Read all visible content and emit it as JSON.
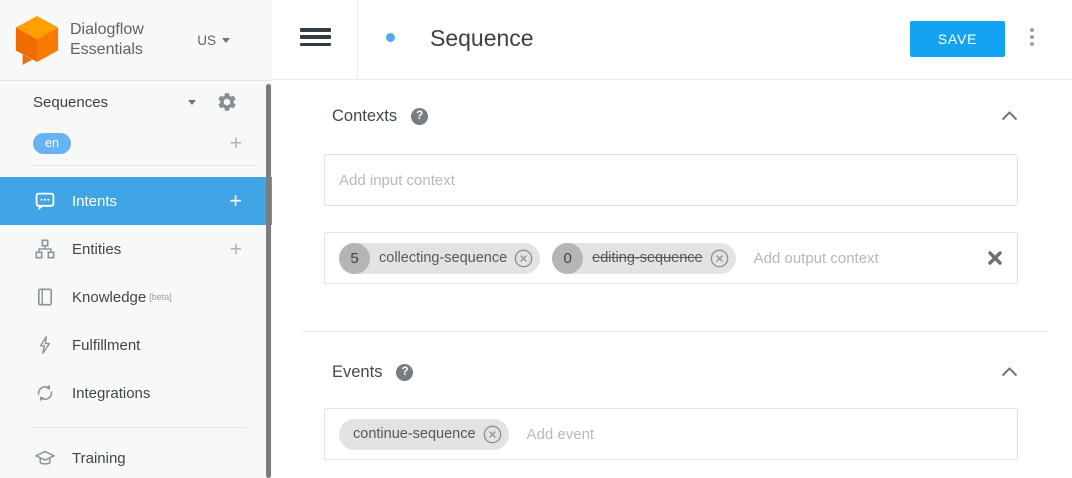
{
  "brand": {
    "line1": "Dialogflow",
    "line2": "Essentials",
    "region": "US"
  },
  "sidebar": {
    "agent_name": "Sequences",
    "language": "en",
    "add_language": "+",
    "items": [
      {
        "label": "Intents",
        "add": "+"
      },
      {
        "label": "Entities",
        "add": "+"
      },
      {
        "label": "Knowledge",
        "beta": "[beta]"
      },
      {
        "label": "Fulfillment"
      },
      {
        "label": "Integrations"
      },
      {
        "label": "Training"
      }
    ]
  },
  "header": {
    "title": "Sequence",
    "save": "SAVE"
  },
  "contexts": {
    "title": "Contexts",
    "help": "?",
    "input_placeholder": "Add input context",
    "output_placeholder": "Add output context",
    "output_chips": [
      {
        "lifespan": "5",
        "name": "collecting-sequence"
      },
      {
        "lifespan": "0",
        "name": "editing-sequence"
      }
    ]
  },
  "events": {
    "title": "Events",
    "help": "?",
    "placeholder": "Add event",
    "chips": [
      {
        "name": "continue-sequence"
      }
    ]
  },
  "colors": {
    "accent_blue": "#14a3f2",
    "active_item_blue": "#41a4e5",
    "language_chip_blue": "#67b2f0",
    "logo_orange": "#ff9800"
  }
}
